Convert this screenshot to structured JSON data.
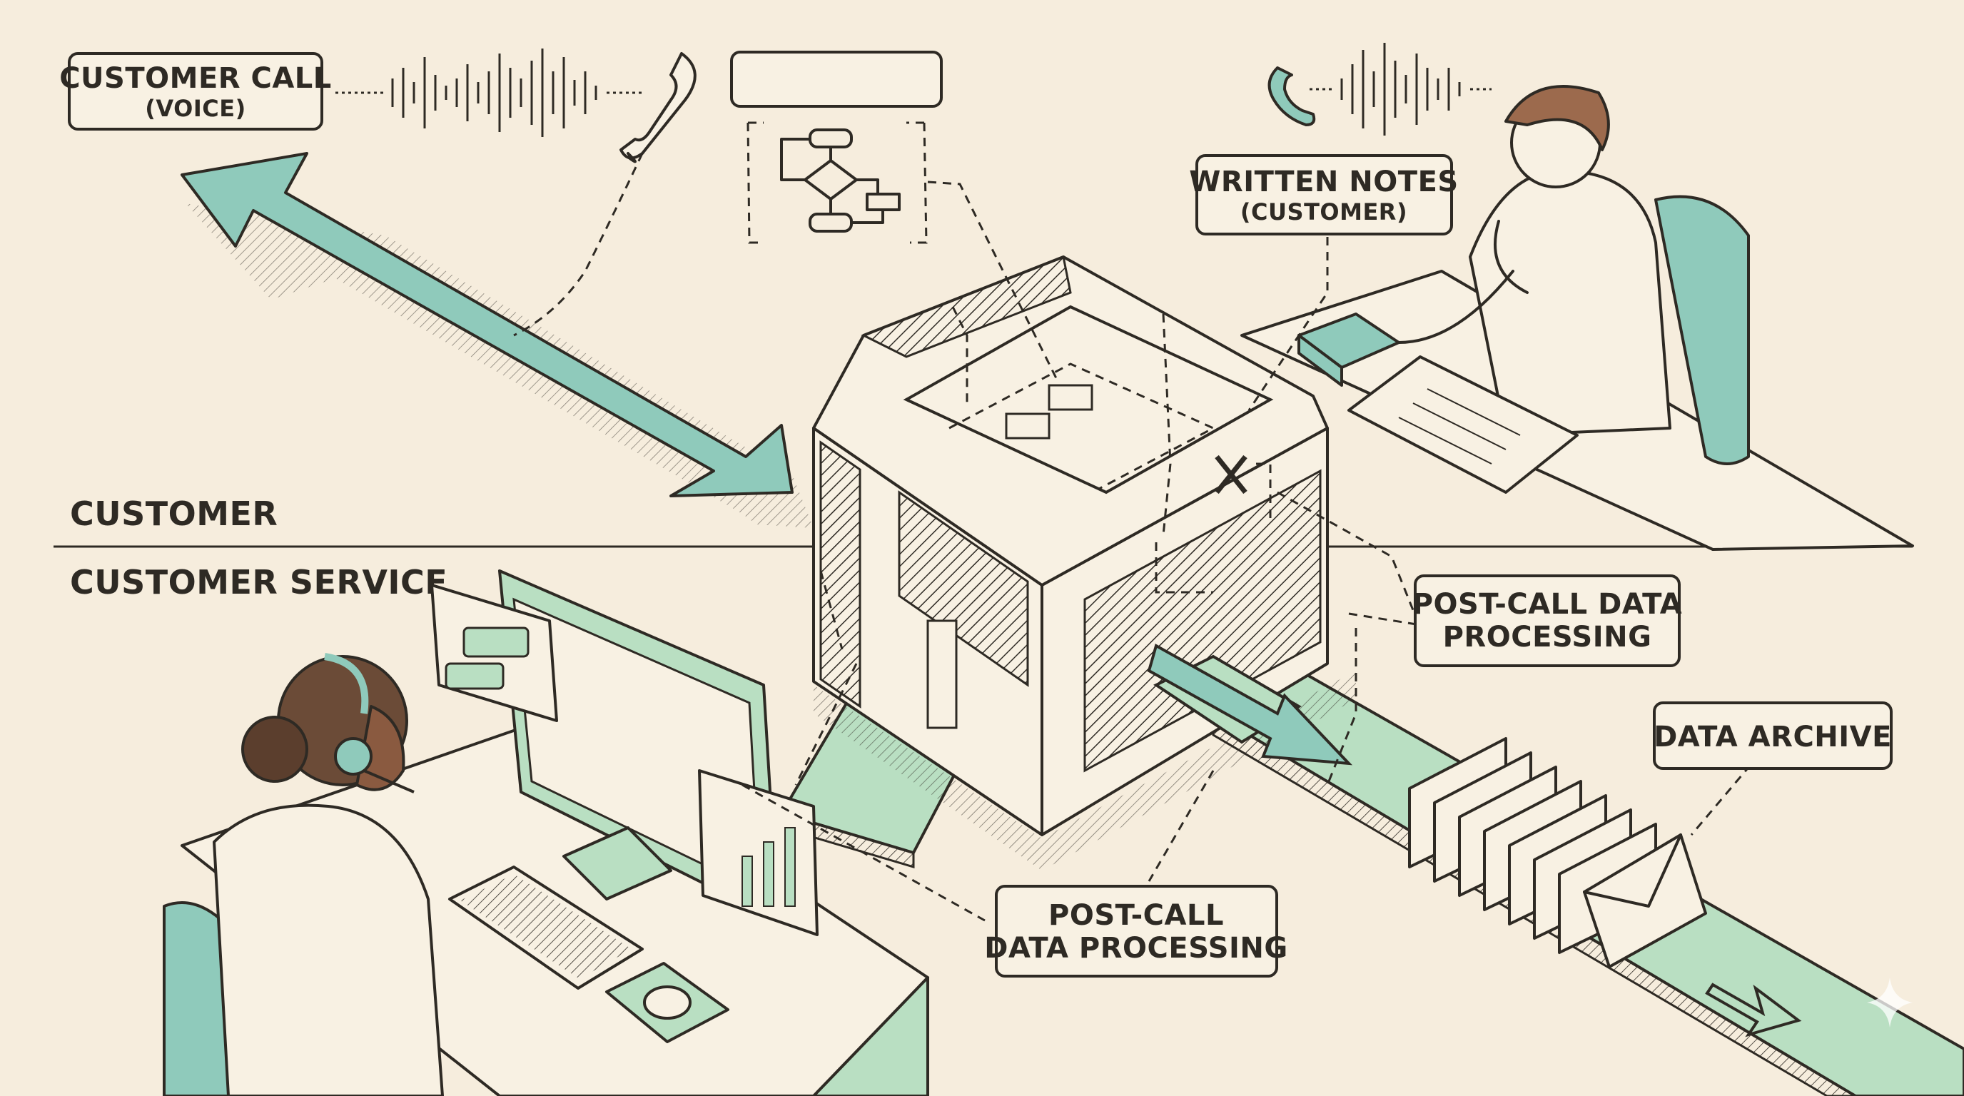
{
  "lanes": {
    "top": "CUSTOMER",
    "bottom": "CUSTOMER SERVICE"
  },
  "labels": {
    "customer_call_line1": "CUSTOMER CALL",
    "customer_call_line2": "(VOICE)",
    "empty_box": "",
    "written_notes_line1": "WRITTEN NOTES",
    "written_notes_line2": "(CUSTOMER)",
    "post_call_right_line1": "POST-CALL DATA",
    "post_call_right_line2": "PROCESSING",
    "data_archive": "DATA ARCHIVE",
    "post_call_bottom_line1": "POST-CALL",
    "post_call_bottom_line2": "DATA PROCESSING"
  },
  "colors": {
    "background": "#f6eddd",
    "ink": "#2e2a24",
    "teal": "#8fcabb",
    "mint": "#b9dfc2",
    "paper": "#f8f1e3"
  },
  "icons": [
    "phone-handset-icon",
    "sound-wave-icon",
    "flowchart-icon",
    "error-x-icon",
    "envelope-icon",
    "sparkle-icon"
  ]
}
